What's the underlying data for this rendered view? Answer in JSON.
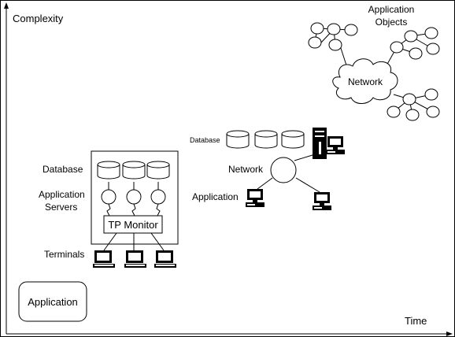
{
  "axes": {
    "y_label": "Complexity",
    "x_label": "Time"
  },
  "era1": {
    "application_label": "Application"
  },
  "era2": {
    "database_label": "Database",
    "app_servers_label_line1": "Application",
    "app_servers_label_line2": "Servers",
    "tp_monitor_label": "TP Monitor",
    "terminals_label": "Terminals"
  },
  "era3": {
    "database_label": "Database",
    "network_label": "Network",
    "application_label": "Application"
  },
  "era4": {
    "objects_label_line1": "Application",
    "objects_label_line2": "Objects",
    "network_label": "Network"
  },
  "icons": [
    "database-cylinder-icon",
    "server-circle-icon",
    "terminal-icon",
    "desktop-computer-icon",
    "server-tower-icon",
    "network-cloud-icon",
    "object-node-icon"
  ]
}
